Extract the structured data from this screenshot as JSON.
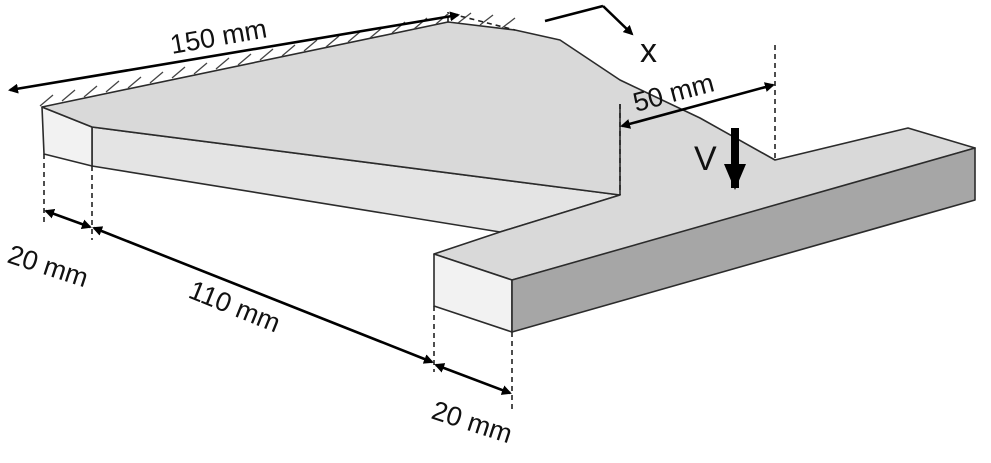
{
  "diagram": {
    "labels": {
      "top_length": "150 mm",
      "side_length": "50 mm",
      "left_thickness": "20 mm",
      "middle_length": "110 mm",
      "bar_width": "20 mm",
      "coordinate_label": "x",
      "force_label": "V"
    },
    "colors": {
      "top_face": "#d9d9d9",
      "front_face": "#e4e4e4",
      "end_face": "#f2f2f2",
      "bar_front_face": "#a6a6a6",
      "edge": "#2b2b2b"
    }
  }
}
